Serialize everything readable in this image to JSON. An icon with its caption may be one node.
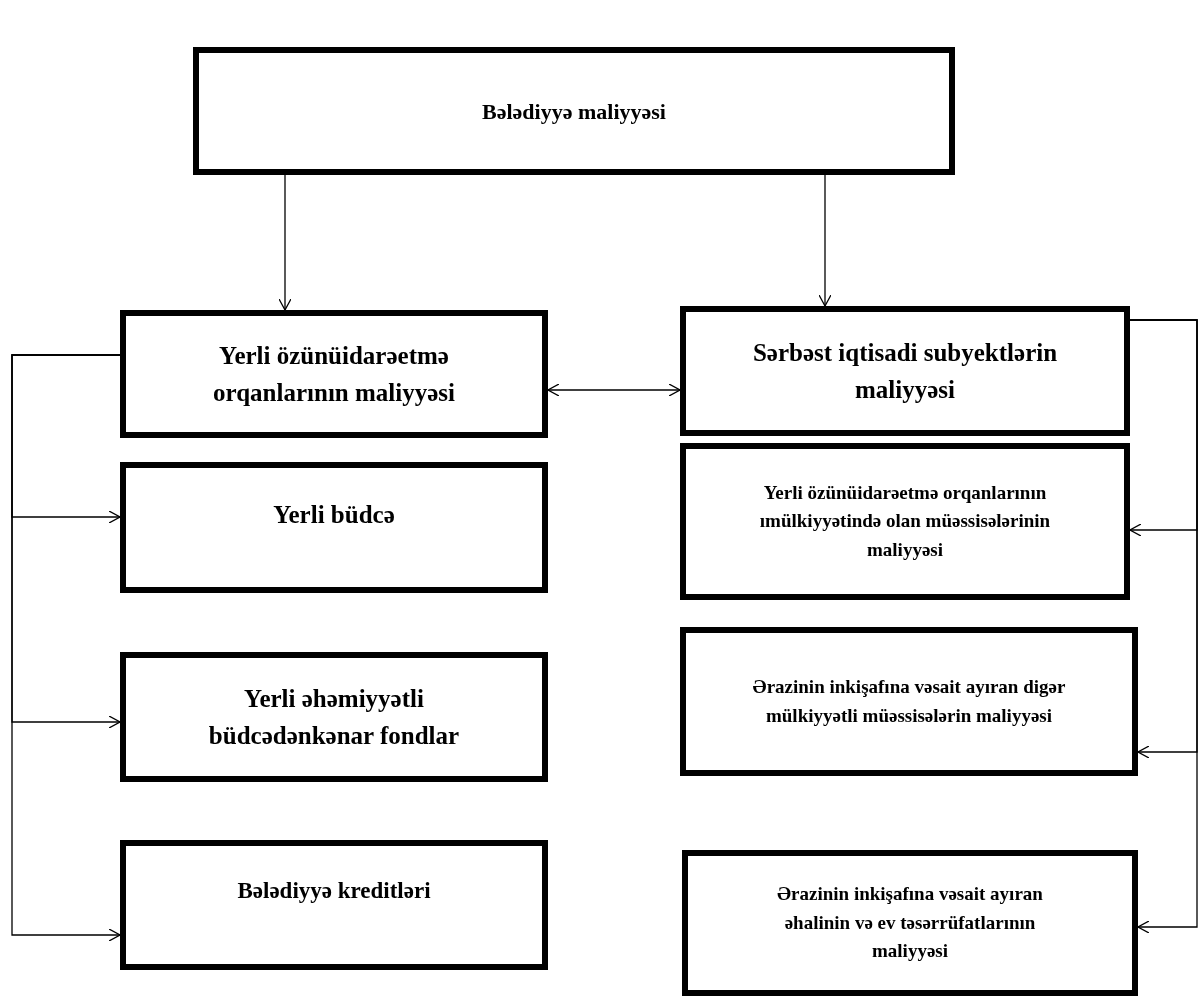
{
  "diagram": {
    "nodes": [
      {
        "text": [
          "Bələdiyyə maliyyəsi"
        ]
      },
      {
        "text": [
          "Yerli özünüidarəetmə orqanlarının maliyyəsi"
        ]
      },
      {
        "text": [
          "Sərbəst iqtisadi subyektlərin maliyyəsi"
        ]
      },
      {
        "text": [
          "Yerli büdcə"
        ]
      },
      {
        "text": [
          "Yerli əhəmiyyətli büdcədənkənar fondlar"
        ]
      },
      {
        "text": [
          "Bələdiyyə kreditləri"
        ]
      },
      {
        "text": [
          "Yerli özünüidarəetmə orqanlarının ımülkiyyətində olan müəssisələrinin maliyyəsi"
        ]
      },
      {
        "text": [
          "Ərazinin inkişafına vəsait ayıran digər mülkiyyətli müəssisələrin maliyyəsi"
        ]
      },
      {
        "text": [
          "Ərazinin inkişafına vəsait ayıran əhalinin və ev təsərrüfatlarının maliyyəsi"
        ]
      }
    ],
    "edges": [
      {
        "from": 0,
        "to": 1,
        "arrow": "to"
      },
      {
        "from": 0,
        "to": 2,
        "arrow": "to"
      },
      {
        "from": 1,
        "to": 2,
        "arrow": "both"
      },
      {
        "from": 1,
        "to": 3,
        "arrow": "to"
      },
      {
        "from": 1,
        "to": 4,
        "arrow": "to"
      },
      {
        "from": 1,
        "to": 5,
        "arrow": "to"
      },
      {
        "from": 2,
        "to": 6,
        "arrow": "to"
      },
      {
        "from": 2,
        "to": 7,
        "arrow": "to"
      },
      {
        "from": 2,
        "to": 8,
        "arrow": "to"
      }
    ]
  }
}
